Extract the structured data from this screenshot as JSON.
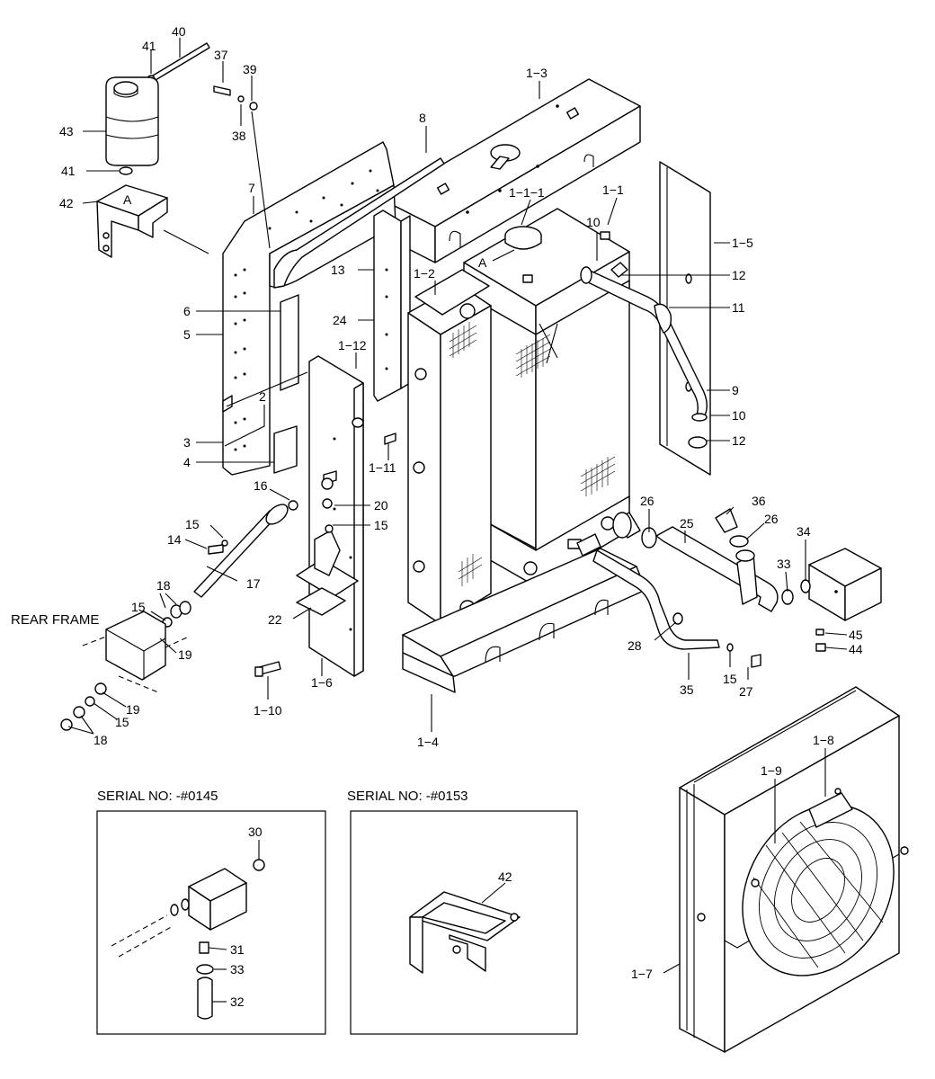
{
  "diagram": {
    "labels": {
      "p40": "40",
      "p41a": "41",
      "p37": "37",
      "p39": "39",
      "p38": "38",
      "p43": "43",
      "p41b": "41",
      "p42": "42",
      "pA1": "A",
      "pA2": "A",
      "p1_3": "1−3",
      "p8": "8",
      "p7": "7",
      "p1_1_1": "1−1−1",
      "p1_1": "1−1",
      "p1_5": "1−5",
      "p13": "13",
      "p1_2": "1−2",
      "p10a": "10",
      "p12a": "12",
      "p11": "11",
      "p6": "6",
      "p24": "24",
      "p5": "5",
      "p1_12": "1−12",
      "p9": "9",
      "p10b": "10",
      "p12b": "12",
      "p2": "2",
      "p3": "3",
      "p4": "4",
      "p1_11": "1−11",
      "p16": "16",
      "p20": "20",
      "p15a": "15",
      "p15b": "15",
      "p14": "14",
      "p26a": "26",
      "p36": "36",
      "p26b": "26",
      "p25": "25",
      "p34": "34",
      "p33": "33",
      "p17": "17",
      "p18a": "18",
      "p15c": "15",
      "p19a": "19",
      "p22": "22",
      "p45": "45",
      "p44": "44",
      "p28": "28",
      "p15d": "15",
      "p27": "27",
      "p35": "35",
      "p1_10": "1−10",
      "p1_6": "1−6",
      "p19b": "19",
      "p15e": "15",
      "p18b": "18",
      "p1_4": "1−4",
      "p1_8": "1−8",
      "p1_9": "1−9",
      "p30": "30",
      "p42b": "42",
      "p31": "31",
      "p33b": "33",
      "p32": "32",
      "p1_7": "1−7"
    },
    "rear_frame_label": "REAR FRAME",
    "inset_left_title": "SERIAL NO: -#0145",
    "inset_right_title": "SERIAL NO: -#0153"
  }
}
